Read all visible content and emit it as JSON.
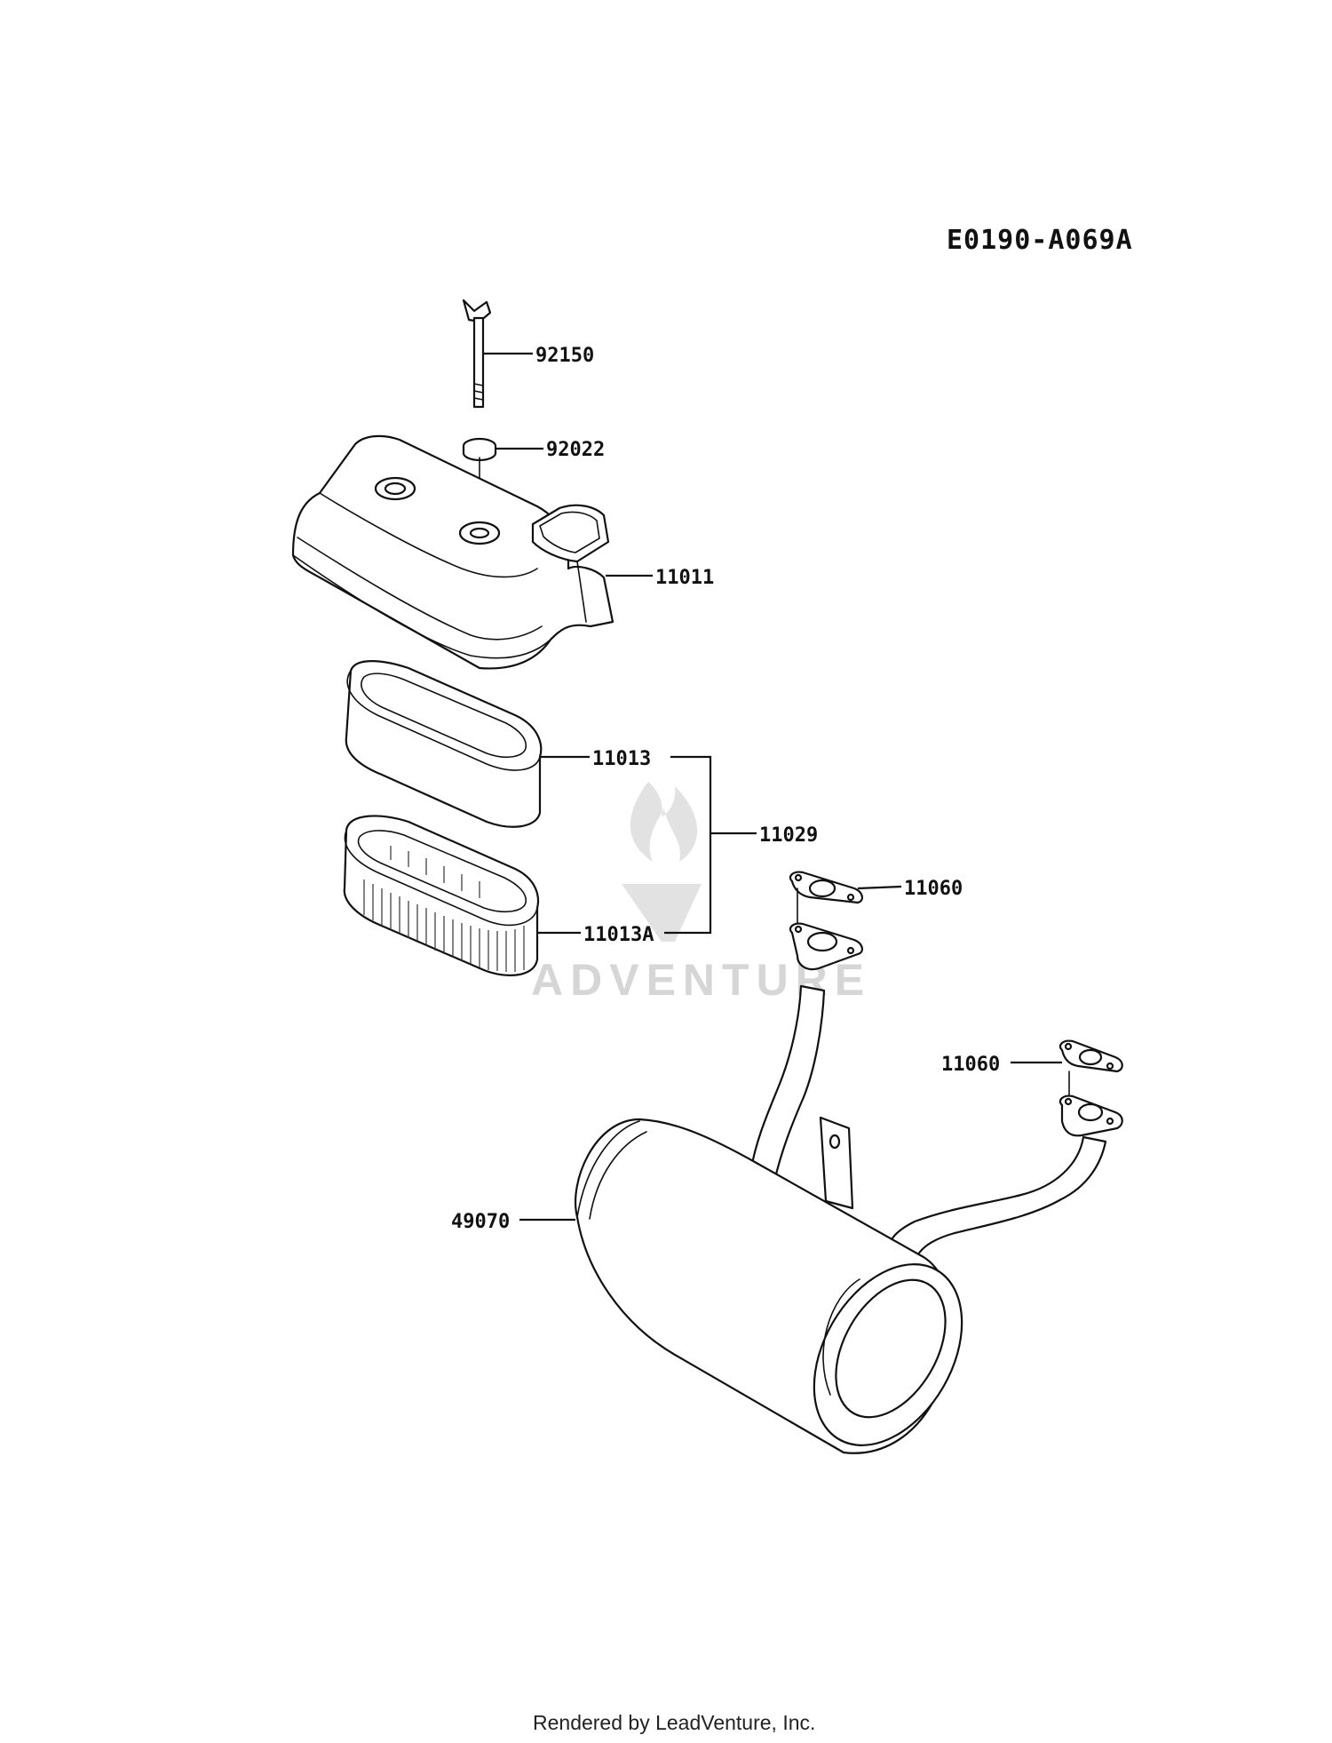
{
  "diagram": {
    "code": "E0190-A069A",
    "footer": "Rendered by LeadVenture, Inc.",
    "watermark": "ADVENTURE",
    "parts": [
      {
        "id": "92150",
        "label": "92150"
      },
      {
        "id": "92022",
        "label": "92022"
      },
      {
        "id": "11011",
        "label": "11011"
      },
      {
        "id": "11013",
        "label": "11013"
      },
      {
        "id": "11029",
        "label": "11029"
      },
      {
        "id": "11013A",
        "label": "11013A"
      },
      {
        "id": "11060a",
        "label": "11060"
      },
      {
        "id": "11060b",
        "label": "11060"
      },
      {
        "id": "49070",
        "label": "49070"
      }
    ]
  }
}
